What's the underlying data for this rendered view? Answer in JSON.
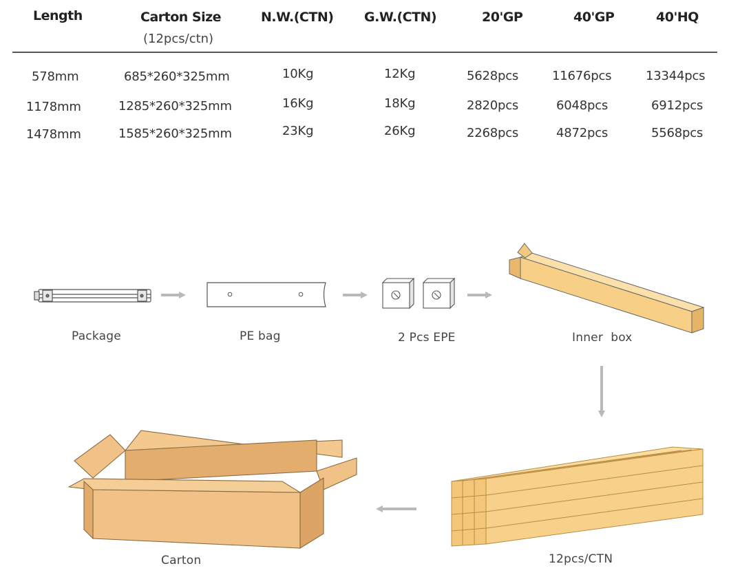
{
  "table": {
    "headers": [
      "Length",
      "Carton Size",
      "N.W.(CTN)",
      "G.W.(CTN)",
      "20'GP",
      "40'GP",
      "40'HQ"
    ],
    "carton_note": "(12pcs/ctn)",
    "rows": [
      [
        "578mm",
        "685*260*325mm",
        "10Kg",
        "12Kg",
        "5628pcs",
        "11676pcs",
        "13344pcs"
      ],
      [
        "1178mm",
        "1285*260*325mm",
        "16Kg",
        "18Kg",
        "2820pcs",
        "6048pcs",
        "6912pcs"
      ],
      [
        "1478mm",
        "1585*260*325mm",
        "23Kg",
        "26Kg",
        "2268pcs",
        "4872pcs",
        "5568pcs"
      ]
    ]
  },
  "flow": {
    "steps": [
      "Package",
      "PE bag",
      "2 Pcs EPE",
      "Inner  box",
      "12pcs/CTN",
      "Carton"
    ]
  },
  "colors": {
    "arrow": "#b9b9b9",
    "kraft": "#f0c287",
    "kraft_dark": "#dda565",
    "inner_box": "#f7cf86",
    "inner_box_dark": "#e5b565",
    "outline": "#555555"
  }
}
